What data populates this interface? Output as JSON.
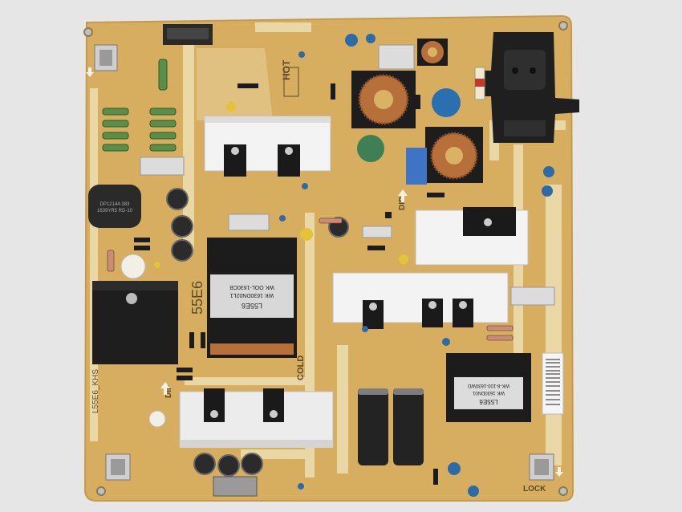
{
  "silkscreen": {
    "hot": "HOT",
    "cold": "COLD",
    "dip_left": "DIP",
    "dip_right": "DIP",
    "lock": "LOCK",
    "model": "L55E6_KHS",
    "board_num": "55E6",
    "transformer_label_1": "L55E6",
    "transformer_label_2": "WK 1630DN02L1",
    "transformer_label_3": "WK OOL-1630CB",
    "transformer2_label_1": "L55E6",
    "transformer2_label_2": "WK 1630DN01",
    "transformer2_label_3": "WK-8-100-1630WD",
    "inductor_label_1": "DP12144-383",
    "inductor_label_2": "1639YR5 RD-10"
  },
  "colors": {
    "pcb": "#d9b264",
    "trace": "#ead9a8",
    "heatsink": "#f3f3f3",
    "transformer": "#1c1c1c",
    "copper": "#b8703a",
    "capacitor_blue": "#2d6aa8"
  }
}
